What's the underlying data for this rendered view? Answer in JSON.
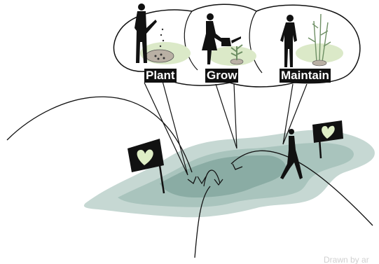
{
  "labels": {
    "plant": "Plant",
    "grow": "Grow",
    "maintain": "Maintain"
  },
  "credit": "Drawn by ar",
  "colors": {
    "ground_light": "#c6d8d3",
    "ground_mid": "#a9c4bd",
    "ground_dark": "#8aaca4",
    "bubble_fill": "#ffffff",
    "bubble_patch": "#dbe9c8",
    "ink": "#111111",
    "sign_heart": "#dfeec6"
  },
  "icons": [
    "person-sowing-seeds-icon",
    "person-watering-can-icon",
    "person-with-plant-icon",
    "heart-sign-icon",
    "walking-person-icon"
  ]
}
